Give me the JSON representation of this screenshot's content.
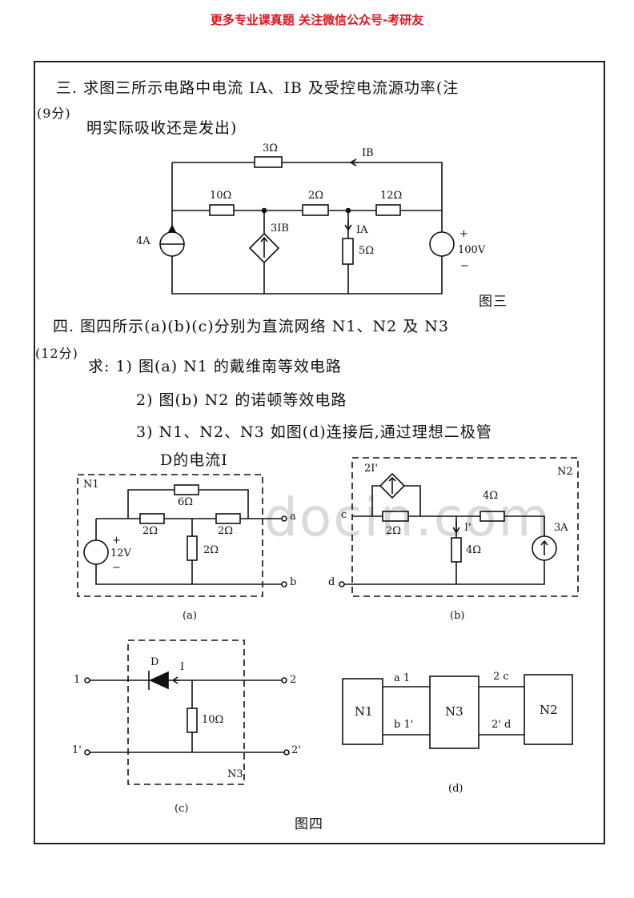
{
  "header": "更多专业课真题 关注微信公众号-考研友",
  "watermark": "docin.com",
  "q3": {
    "line1": "三. 求图三所示电路中电流 IA、IB 及受控电流源功率(注",
    "score": "(9分)",
    "line2": "明实际吸收还是发出)",
    "labels": {
      "r3": "3Ω",
      "ib": "IB",
      "r10": "10Ω",
      "r2": "2Ω",
      "r12": "12Ω",
      "src4a": "4A",
      "dep": "3IB",
      "ia": "IA",
      "r5": "5Ω",
      "plus": "+",
      "v100": "100V",
      "minus": "−",
      "fig": "图三"
    }
  },
  "q4": {
    "line1": "四. 图四所示(a)(b)(c)分别为直流网络 N1、N2 及 N3",
    "score": "(12分)",
    "req1": "求: 1) 图(a) N1 的戴维南等效电路",
    "req2": "2) 图(b) N2 的诺顿等效电路",
    "req3": "3) N1、N2、N3 如图(d)连接后,通过理想二极管",
    "req3b": "D的电流I",
    "fig_a": {
      "name": "N1",
      "r6": "6Ω",
      "r2a": "2Ω",
      "r2b": "2Ω",
      "r2c": "2Ω",
      "plus": "+",
      "v12": "12V",
      "minus": "−",
      "a": "a",
      "b": "b",
      "caption": "(a)"
    },
    "fig_b": {
      "name": "N2",
      "dep": "2I'",
      "r4a": "4Ω",
      "c": "c",
      "r2": "2Ω",
      "ip": "I'",
      "r4b": "4Ω",
      "src": "3A",
      "d": "d",
      "caption": "(b)"
    },
    "fig_c": {
      "n1": "1",
      "n2": "2",
      "n1p": "1'",
      "n2p": "2'",
      "diode": "D",
      "i": "I",
      "r10": "10Ω",
      "name": "N3",
      "caption": "(c)"
    },
    "fig_d": {
      "n1": "N1",
      "n3": "N3",
      "n2": "N2",
      "a1": "a 1",
      "b1": "b 1'",
      "c2": "2 c",
      "d2": "2' d",
      "caption": "(d)"
    },
    "fig": "图四"
  }
}
